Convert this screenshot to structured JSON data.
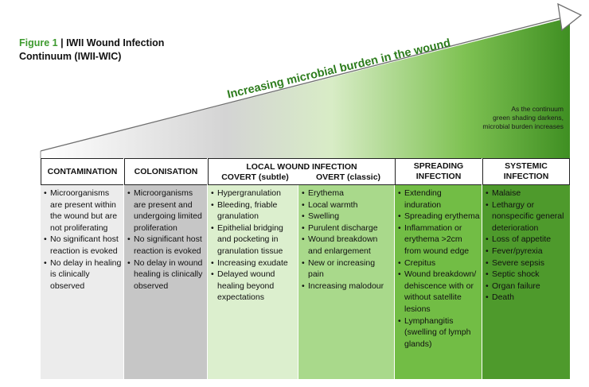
{
  "figure": {
    "label": "Figure 1",
    "separator": " | ",
    "title_line1": "IWII Wound Infection",
    "title_line2": "Continuum (IWII-WIC)"
  },
  "arrow": {
    "label": "Increasing microbial burden in the wound",
    "note_line1": "As the continuum",
    "note_line2": "green shading darkens,",
    "note_line3": "microbial burden increases"
  },
  "stages": [
    {
      "name": "CONTAMINATION",
      "bg": "#ececec",
      "items": [
        "Microorganisms are present within the wound but are not proliferating",
        "No significant host reaction is evoked",
        "No delay in healing is clinically observed"
      ]
    },
    {
      "name": "COLONISATION",
      "bg": "#c6c6c6",
      "items": [
        "Microorganisms are present and undergoing limited proliferation",
        "No significant host reaction is evoked",
        "No delay in wound healing is clinically observed"
      ]
    },
    {
      "name": "LOCAL WOUND INFECTION",
      "sub_covert": "COVERT (subtle)",
      "sub_overt": "OVERT (classic)",
      "covert_bg": "#dcefce",
      "overt_bg": "#a9d98b",
      "covert_items": [
        "Hypergranulation",
        "Bleeding, friable granulation",
        "Epithelial bridging and pocketing in granulation tissue",
        "Increasing exudate",
        "Delayed wound healing beyond expectations"
      ],
      "overt_items": [
        "Erythema",
        "Local warmth",
        "Swelling",
        "Purulent discharge",
        "Wound breakdown and enlargement",
        "New or increasing pain",
        "Increasing malodour"
      ]
    },
    {
      "name_line1": "SPREADING",
      "name_line2": "INFECTION",
      "bg": "#72bd45",
      "items": [
        "Extending induration",
        "Spreading erythema",
        "Inflammation or erythema >2cm from wound edge",
        "Crepitus",
        "Wound breakdown/ dehiscence with or without satellite lesions",
        "Lymphangitis (swelling of lymph glands)"
      ]
    },
    {
      "name_line1": "SYSTEMIC",
      "name_line2": "INFECTION",
      "bg": "#4e9a2c",
      "items": [
        "Malaise",
        "Lethargy or nonspecific general deterioration",
        "Loss of appetite",
        "Fever/pyrexia",
        "Severe sepsis",
        "Septic shock",
        "Organ failure",
        "Death"
      ]
    }
  ],
  "colors": {
    "accent_green": "#3d9a2e",
    "arrow_text": "#2e7d1e",
    "gradient_start": "#ffffff",
    "gradient_end": "#3f8f22"
  }
}
